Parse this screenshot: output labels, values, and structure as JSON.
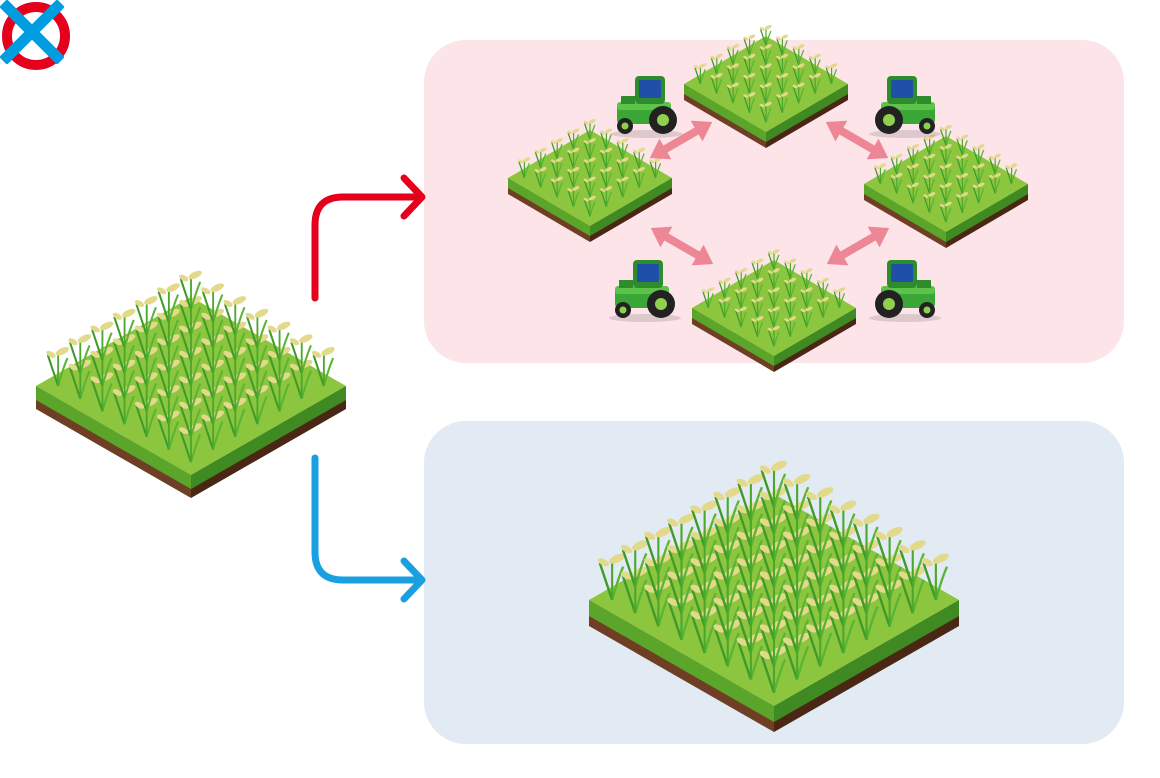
{
  "diagram": {
    "good_panel": {
      "result": "correct",
      "symbol": "circle",
      "symbol_color": "#e5001c",
      "panel_color": "#fce4e8",
      "arrow_color": "#ee8795"
    },
    "bad_panel": {
      "result": "incorrect",
      "symbol": "cross",
      "symbol_color": "#009ee0",
      "panel_color": "#e2eaf4"
    },
    "source_field": {
      "icon": "rice-field-icon"
    },
    "branch_up": {
      "color": "#e5001c",
      "icon": "arrow-right-icon"
    },
    "branch_down": {
      "color": "#1a9fe0",
      "icon": "arrow-right-icon"
    },
    "colors": {
      "grass_top": "#8cc63f",
      "grass_left": "#5aa52a",
      "grass_right": "#3f8a22",
      "soil_left": "#6e3f24",
      "soil_right": "#4a2714",
      "grain": "#e2d98a",
      "tractor_body": "#3aa635",
      "tractor_cab": "#1f4fa8"
    }
  }
}
